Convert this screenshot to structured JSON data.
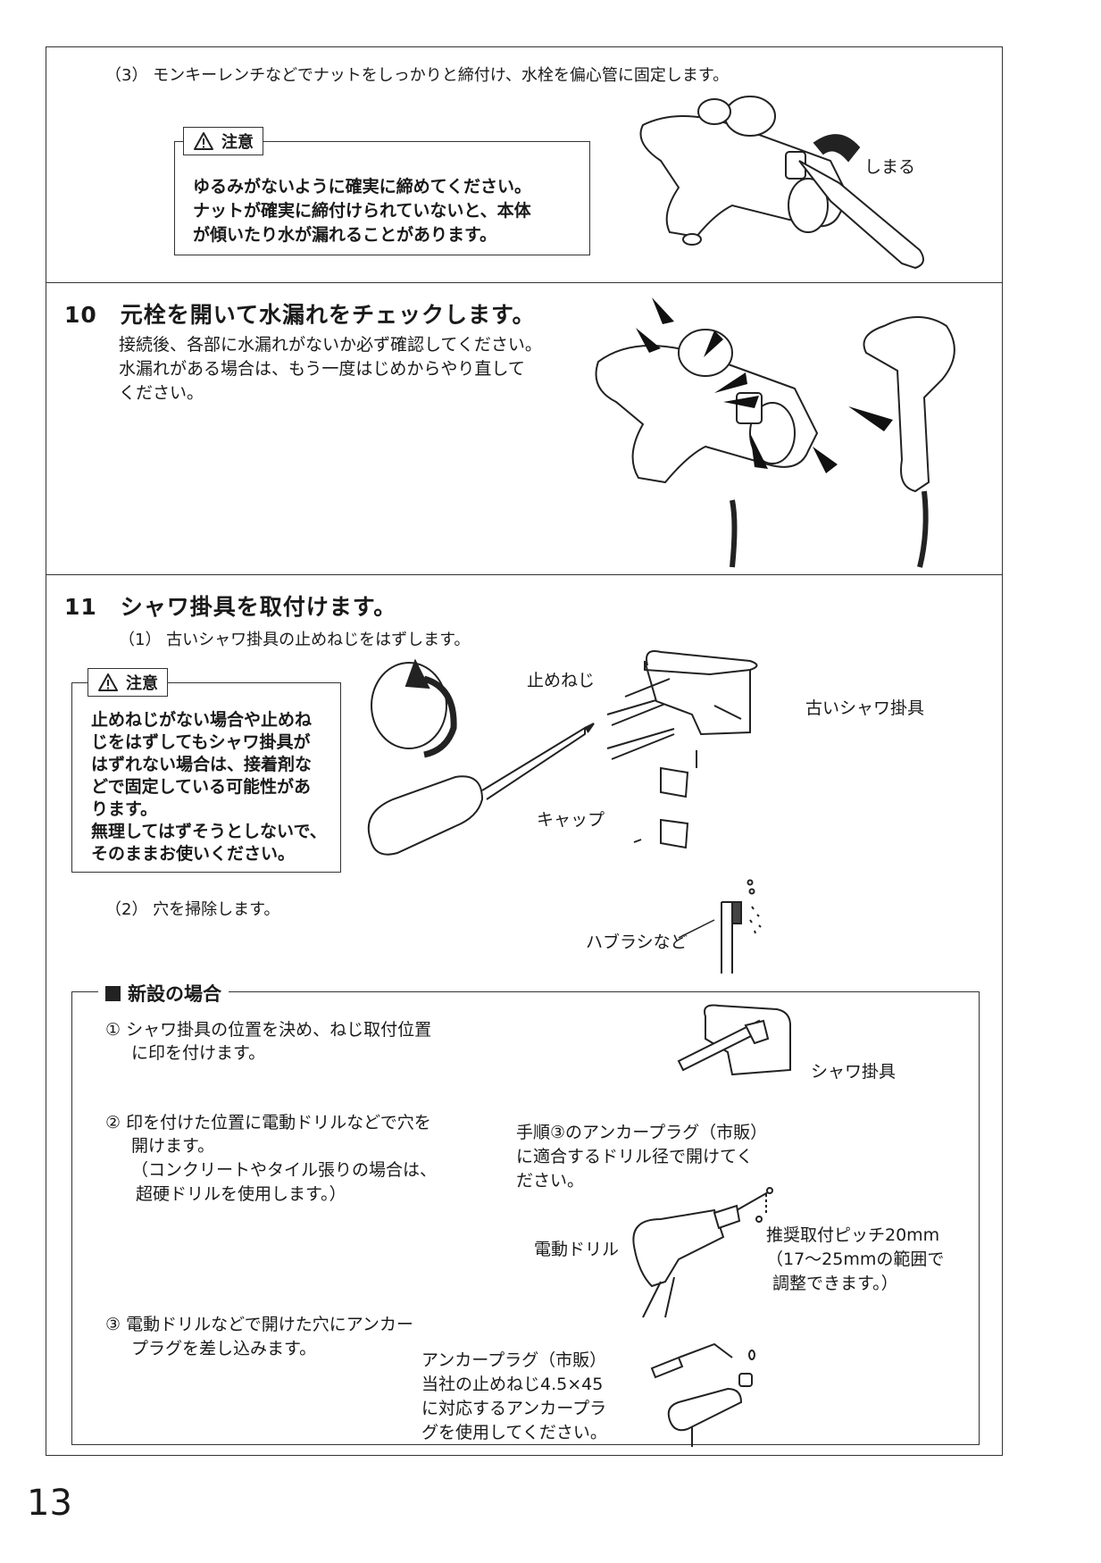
{
  "step9": {
    "sub3": "（3） モンキーレンチなどでナットをしっかりと締付け、水栓を偏心管に固定します。",
    "caution": {
      "label": "注意",
      "lines": [
        "ゆるみがないように確実に締めてください。",
        "ナットが確実に締付けられていないと、本体",
        "が傾いたり水が漏れることがあります。"
      ]
    },
    "fig_label": "しまる"
  },
  "step10": {
    "heading": "10　元栓を開いて水漏れをチェックします。",
    "lines": [
      "接続後、各部に水漏れがないか必ず確認してください。",
      "水漏れがある場合は、もう一度はじめからやり直して",
      "ください。"
    ]
  },
  "step11": {
    "heading": "11　シャワ掛具を取付けます。",
    "sub1": "（1） 古いシャワ掛具の止めねじをはずします。",
    "caution": {
      "label": "注意",
      "lines": [
        "止めねじがない場合や止めね",
        "じをはずしてもシャワ掛具が",
        "はずれない場合は、接着剤な",
        "どで固定している可能性があ",
        "ります。",
        "無理してはずそうとしないで、",
        "そのままお使いください。"
      ]
    },
    "labels": {
      "screw": "止めねじ",
      "old_holder": "古いシャワ掛具",
      "cap": "キャップ",
      "toothbrush": "ハブラシなど"
    },
    "sub2": "（2） 穴を掃除します。"
  },
  "new_install": {
    "title": "新設の場合",
    "item1": [
      "① シャワ掛具の位置を決め、ねじ取付位置",
      "に印を付けます。"
    ],
    "holder_label": "シャワ掛具",
    "item2": [
      "② 印を付けた位置に電動ドリルなどで穴を",
      "開けます。",
      "（コンクリートやタイル張りの場合は、",
      "超硬ドリルを使用します。）"
    ],
    "drill_note": [
      "手順③のアンカープラグ（市販）",
      "に適合するドリル径で開けてく",
      "ださい。"
    ],
    "drill_label": "電動ドリル",
    "pitch": [
      "推奨取付ピッチ20mm",
      "（17～25mmの範囲で",
      "調整できます。）"
    ],
    "item3": [
      "③ 電動ドリルなどで開けた穴にアンカー",
      "プラグを差し込みます。"
    ],
    "anchor_note": [
      "アンカープラグ（市販）",
      "当社の止めねじ4.5×45",
      "に対応するアンカープラ",
      "グを使用してください。"
    ]
  },
  "page_number": "13",
  "colors": {
    "ink": "#1a1a1a",
    "line": "#333333"
  },
  "icons": [
    "warning-triangle-icon",
    "black-square-icon"
  ]
}
